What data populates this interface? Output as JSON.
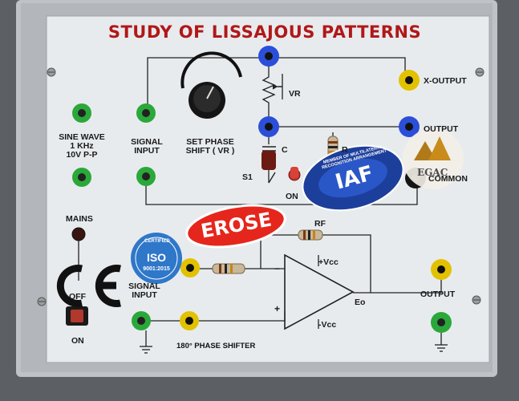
{
  "panel": {
    "title": "STUDY OF LISSAJOUS PATTERNS",
    "colors": {
      "title": "#b01818",
      "panel_face": "#e8ebee",
      "frame": "#b9bdc1",
      "wire": "#222222"
    }
  },
  "inputs": {
    "sine_wave": [
      "SINE WAVE",
      "1 KHz",
      "10V P-P"
    ],
    "signal_input": [
      "SIGNAL",
      "INPUT"
    ],
    "set_phase": [
      "SET PHASE",
      "SHIFT ( VR )"
    ],
    "signal_input_lower": [
      "SIGNAL",
      "INPUT"
    ]
  },
  "components": {
    "vr": "VR",
    "c": "C",
    "r": "R",
    "rf": "RF",
    "s1": "S1",
    "on_switch": "ON",
    "vcc_pos": "+Vcc",
    "vcc_neg": "-Vcc",
    "eo": "Eo",
    "plus": "+",
    "minus": "−"
  },
  "outputs": {
    "x_output": "X-OUTPUT",
    "y_output": "OUTPUT",
    "common": "COMMON",
    "output": "OUTPUT"
  },
  "power": {
    "mains": "MAINS",
    "off": "OFF",
    "on": "ON"
  },
  "stickers": {
    "erose": "EROSE",
    "iaf": "IAF",
    "iaf_ring": "MEMBER OF MULTILATERAL RECOGNITION ARRANGEMENT",
    "iso": "ISO",
    "iso_sub": "9001:2015",
    "iso_ring": "CERTIFIED",
    "egac": "EGAC",
    "ce": "CE"
  },
  "footer": "180° PHASE SHIFTER"
}
